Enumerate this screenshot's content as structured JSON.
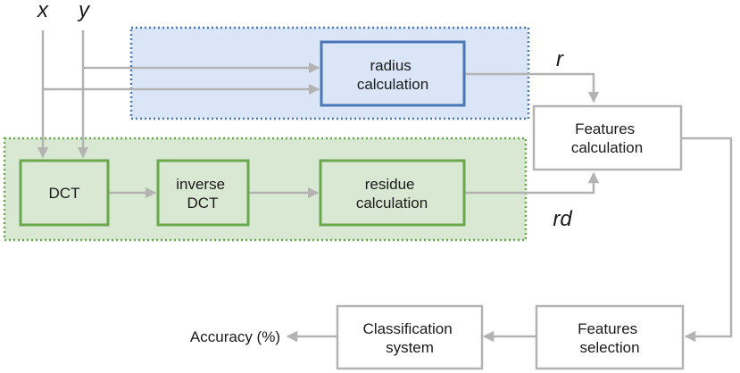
{
  "inputs": {
    "x": "x",
    "y": "y"
  },
  "outputs": {
    "r": "r",
    "rd": "rd"
  },
  "boxes": {
    "radius": [
      "radius",
      "calculation"
    ],
    "dct": [
      "DCT"
    ],
    "inverse_dct": [
      "inverse",
      "DCT"
    ],
    "residue": [
      "residue",
      "calculation"
    ],
    "features_calc": [
      "Features",
      "calculation"
    ],
    "features_sel": [
      "Features",
      "selection"
    ],
    "classification": [
      "Classification",
      "system"
    ]
  },
  "result": "Accuracy (%)",
  "colors": {
    "blue_fill": "#dae6f7",
    "blue_border": "#4a78b5",
    "green_fill": "#d9e8d2",
    "green_border": "#6aa84f",
    "gray": "#b3b3b3"
  }
}
